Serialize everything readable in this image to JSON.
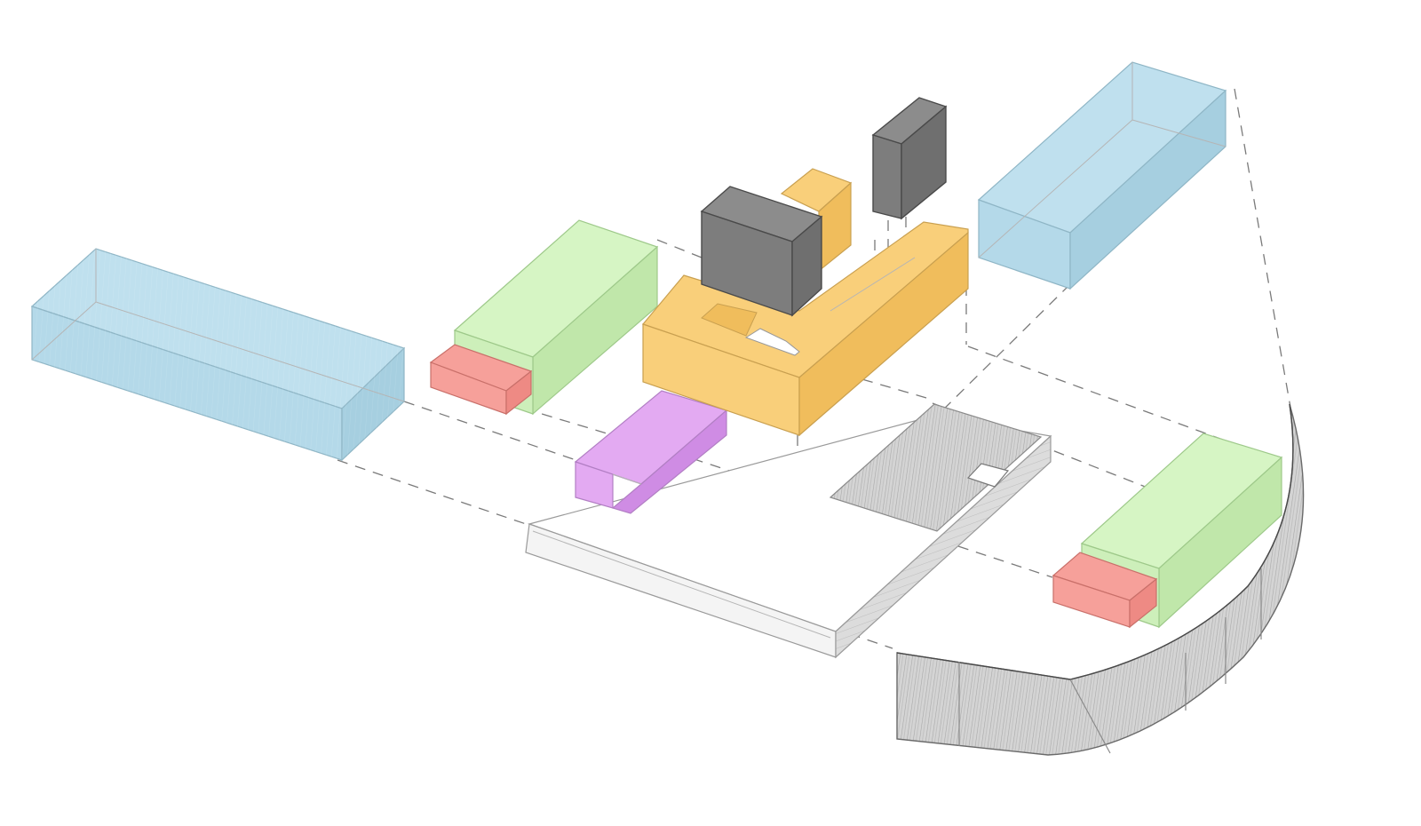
{
  "diagram": {
    "kind": "exploded-axonometric-massing",
    "colors": {
      "blue": "#bfe0ee",
      "blue_dark": "#a6cfe0",
      "green": "#d6f5c4",
      "green_dark": "#c0e7aa",
      "red": "#f6a09a",
      "red_dark": "#ee8a84",
      "orange": "#f9cf7a",
      "orange_dark": "#f0bd5c",
      "purple": "#e3aaf2",
      "purple_dark": "#cf8ce4",
      "dark_grey": "#8c8c8c",
      "dark_grey_side": "#6f6f6f",
      "light_grey": "#e6e6e6",
      "hatch_grey": "#cfcfcf",
      "line": "#7a7a7a"
    },
    "volumes": [
      {
        "id": "blue-block-left",
        "color": "blue"
      },
      {
        "id": "green-block-left",
        "color": "green"
      },
      {
        "id": "red-block-left",
        "color": "red"
      },
      {
        "id": "orange-u-block",
        "color": "orange"
      },
      {
        "id": "orange-tall-block",
        "color": "orange"
      },
      {
        "id": "grey-block-large",
        "color": "dark_grey"
      },
      {
        "id": "grey-block-tower",
        "color": "dark_grey"
      },
      {
        "id": "purple-block",
        "color": "purple"
      },
      {
        "id": "blue-block-right",
        "color": "blue"
      },
      {
        "id": "green-block-right",
        "color": "green"
      },
      {
        "id": "red-block-right",
        "color": "red"
      },
      {
        "id": "white-base-slab",
        "color": "light_grey"
      },
      {
        "id": "grey-courtyard-slab",
        "color": "hatch_grey"
      },
      {
        "id": "curved-wall",
        "color": "hatch_grey"
      }
    ]
  }
}
